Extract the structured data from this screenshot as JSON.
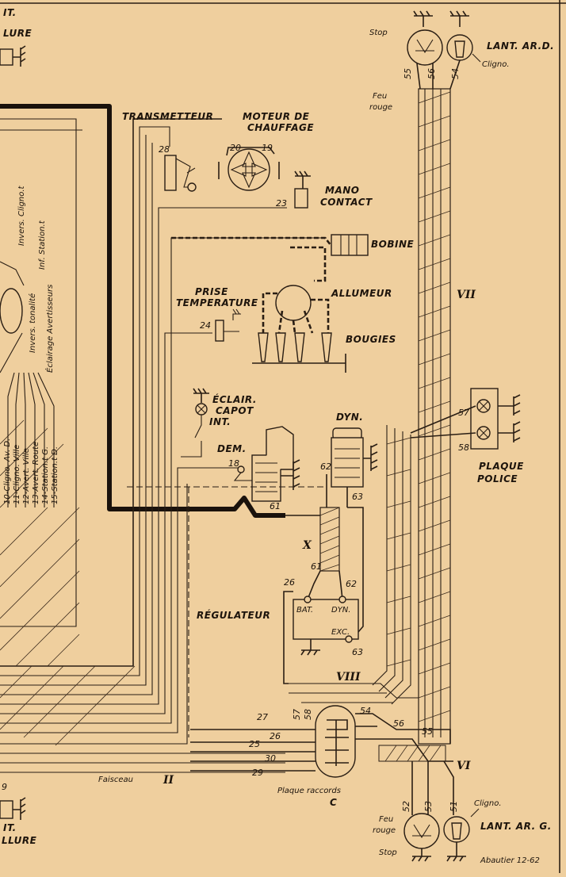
{
  "labels": {
    "top_left_1": "IT.",
    "top_left_2": "LURE",
    "bottom_left_1": "IT.",
    "bottom_left_2": "LLURE",
    "bottom_left_num": "9",
    "transmetteur": "TRANSMETTEUR",
    "moteur_1": "MOTEUR DE",
    "moteur_2": "CHAUFFAGE",
    "mano_1": "MANO",
    "mano_2": "CONTACT",
    "bobine": "BOBINE",
    "prise_1": "PRISE",
    "prise_2": "TEMPERATURE",
    "allumeur": "ALLUMEUR",
    "bougies": "BOUGIES",
    "eclair_1": "ÉCLAIR.",
    "eclair_2": "CAPOT",
    "eclair_3": "INT.",
    "dem": "DEM.",
    "dyn": "DYN.",
    "regulateur": "RÉGULATEUR",
    "bat": "BAT.",
    "reg_dyn": "DYN.",
    "exc": "EXC.",
    "stop_top": "Stop",
    "lant_ard": "LANT. AR.D.",
    "cligno_top": "Cligno.",
    "feu_rouge_top_1": "Feu",
    "feu_rouge_top_2": "rouge",
    "plaque_police_1": "PLAQUE",
    "plaque_police_2": "POLICE",
    "plaque_raccords": "Plaque raccords",
    "c_letter": "C",
    "faisceau": "Faisceau",
    "cligno_bottom": "Cligno.",
    "lant_arg": "LANT. AR. G.",
    "feu_rouge_bottom_1": "Feu",
    "feu_rouge_bottom_2": "rouge",
    "stop_bottom": "Stop",
    "signature": "Abautier 12-62",
    "left_invers_clignot": "Invers. Cligno.t",
    "left_inf_station": "Inf. Station.t",
    "left_invers_tonalite": "Invers. tonalité",
    "left_eclairage": "Éclairage Avertisseurs",
    "left_10": "10-Cligno. Av. D.",
    "left_11": "11-Cligno. Ville",
    "left_12": "12-Avert. Ville",
    "left_13": "13-Avert. Route",
    "left_14": "14-Station.t G.",
    "left_15": "15-Station.t D."
  },
  "roman": {
    "vii": "VII",
    "vi": "VI",
    "viii": "VIII",
    "x": "X",
    "ii": "II"
  },
  "wire_numbers": {
    "n28": "28",
    "n20": "20",
    "n19": "19",
    "n23": "23",
    "n24": "24",
    "n18": "18",
    "n61a": "61",
    "n61b": "61",
    "n62a": "62",
    "n62b": "62",
    "n63a": "63",
    "n63b": "63",
    "n26a": "26",
    "n26b": "26",
    "n27": "27",
    "n25": "25",
    "n30": "30",
    "n29": "29",
    "n57a": "57",
    "n58a": "58",
    "n57b": "57",
    "n58b": "58",
    "n54a": "54",
    "n54b": "54",
    "n55a": "55",
    "n55b": "55",
    "n56a": "56",
    "n56b": "56",
    "n52": "52",
    "n53": "53",
    "n51": "51"
  }
}
